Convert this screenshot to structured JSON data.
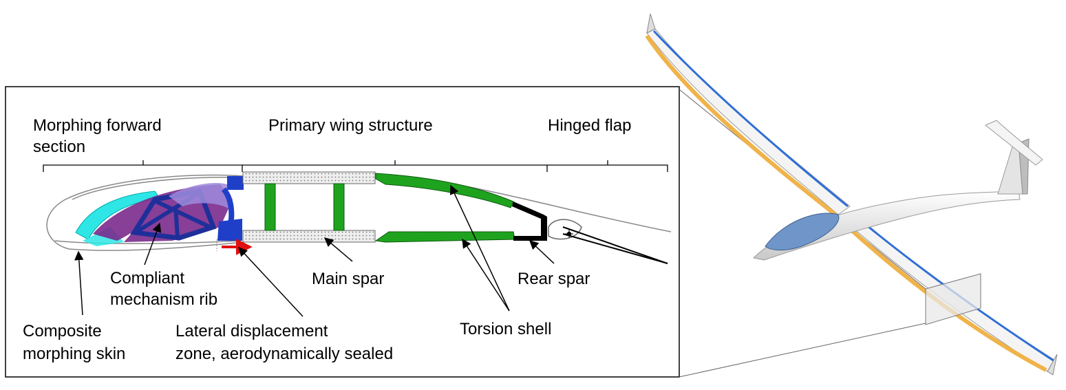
{
  "sections": {
    "forward": [
      "Morphing forward",
      "section"
    ],
    "primary": "Primary wing structure",
    "flap": "Hinged flap"
  },
  "callouts": {
    "compliant_rib": [
      "Compliant",
      "mechanism rib"
    ],
    "main_spar": "Main spar",
    "rear_spar": "Rear spar",
    "composite_skin": [
      "Composite",
      "morphing skin"
    ],
    "lateral_zone": [
      "Lateral displacement",
      "zone, aerodynamically sealed"
    ],
    "torsion_shell": "Torsion shell"
  },
  "colors": {
    "spar_green": "#1fa31f",
    "rib_purple": "#7a2a8c",
    "rib_blue": "#1f3fc9",
    "skin_cyan": "#2ee6e6",
    "displacement_arrow": "#e01010",
    "glider_spar_blue": "#2f6fd6",
    "glider_flap_orange": "#f0b34a",
    "canopy_blue": "#6f95c9"
  }
}
